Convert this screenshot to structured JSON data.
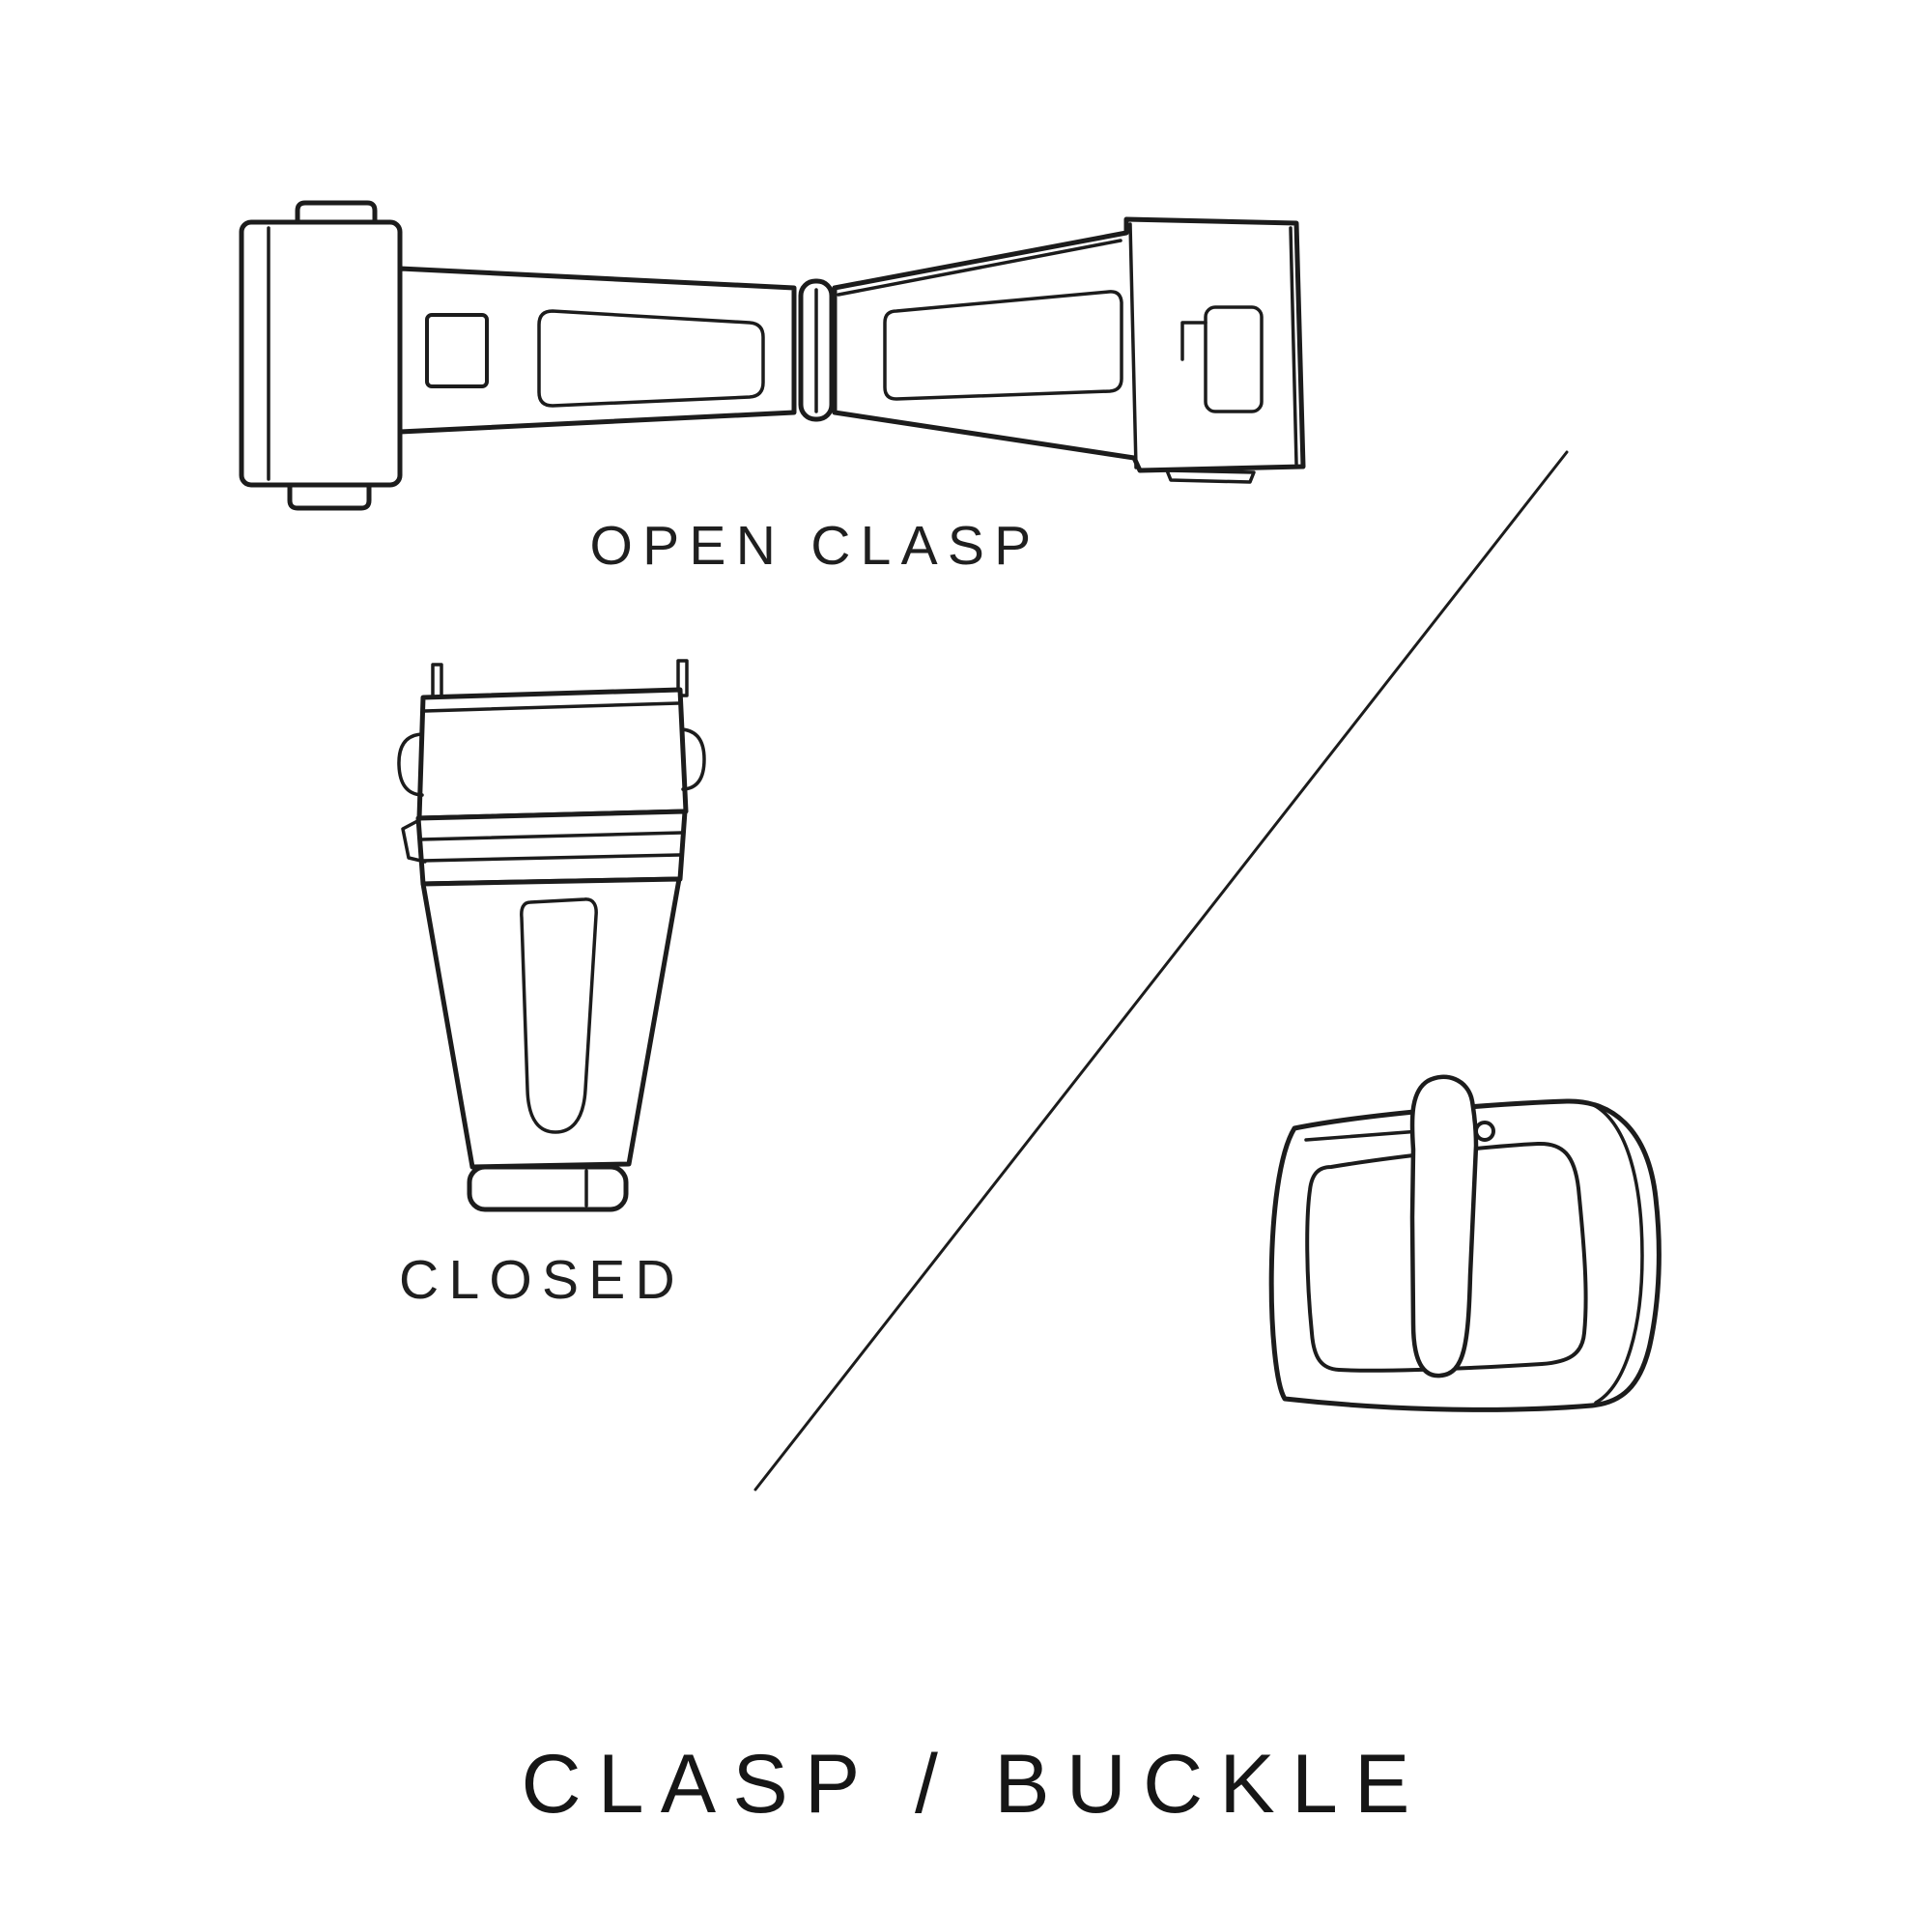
{
  "page": {
    "background_color": "#ffffff",
    "ink_color": "#1c1c1c"
  },
  "diagram": {
    "title": "CLASP / BUCKLE",
    "figures": [
      {
        "id": "open-clasp",
        "label": "OPEN CLASP"
      },
      {
        "id": "closed-clasp",
        "label": "CLOSED"
      },
      {
        "id": "buckle",
        "label": ""
      }
    ]
  }
}
